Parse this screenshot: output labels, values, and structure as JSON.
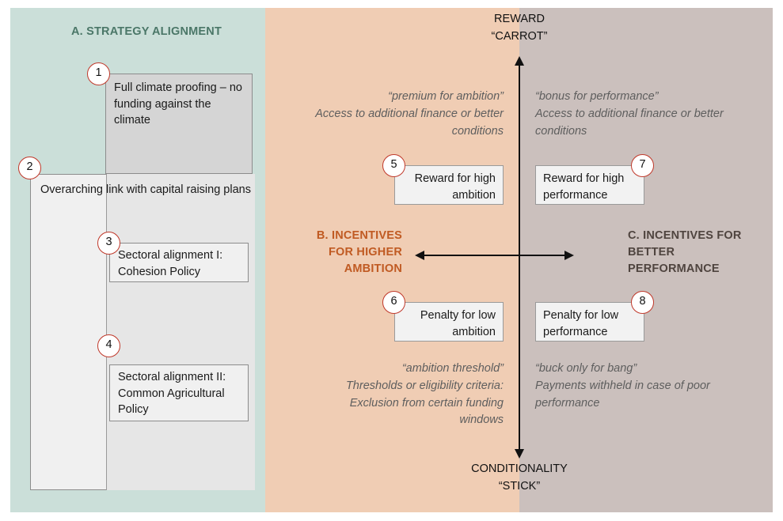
{
  "panels": {
    "left": {
      "label": "A. STRATEGY ALIGNMENT",
      "color": "#cbdfd9",
      "title_color": "#4b7768"
    },
    "center": {
      "color": "#f0cdb4"
    },
    "right": {
      "color": "#cbc0bd"
    }
  },
  "axis": {
    "vertical_top": {
      "line1": "REWARD",
      "line2": "“CARROT”"
    },
    "vertical_bottom": {
      "line1": "CONDITIONALITY",
      "line2": "“STICK”"
    },
    "horizontal_left": {
      "label": "B. INCENTIVES FOR HIGHER AMBITION",
      "color": "#c05a22"
    },
    "horizontal_right": {
      "label": "C. INCENTIVES FOR BETTER PERFORMANCE",
      "color": "#4f443f"
    }
  },
  "strategy_boxes": [
    {
      "number": "1",
      "text": "Full climate proofing – no funding against the climate"
    },
    {
      "number": "2",
      "text": "Overarching link with capital raising plans"
    },
    {
      "number": "3",
      "text": "Sectoral alignment I: Cohesion Policy"
    },
    {
      "number": "4",
      "text": "Sectoral alignment II: Common Agricultural Policy"
    }
  ],
  "quadrant_boxes": [
    {
      "number": "5",
      "text": "Reward for high ambition"
    },
    {
      "number": "6",
      "text": "Penalty for low ambition"
    },
    {
      "number": "7",
      "text": "Reward for high performance"
    },
    {
      "number": "8",
      "text": "Penalty for low performance"
    }
  ],
  "quadrant_texts": {
    "top_left": {
      "heading": "“premium for ambition”",
      "body": "Access to additional finance or better conditions"
    },
    "top_right": {
      "heading": "“bonus for performance”",
      "body": "Access to additional finance or better conditions"
    },
    "bottom_left": {
      "heading": "“ambition threshold”",
      "body": "Thresholds or eligibility criteria: Exclusion from certain funding windows"
    },
    "bottom_right": {
      "heading": "“buck only for bang”",
      "body": "Payments withheld in case of poor performance"
    }
  }
}
